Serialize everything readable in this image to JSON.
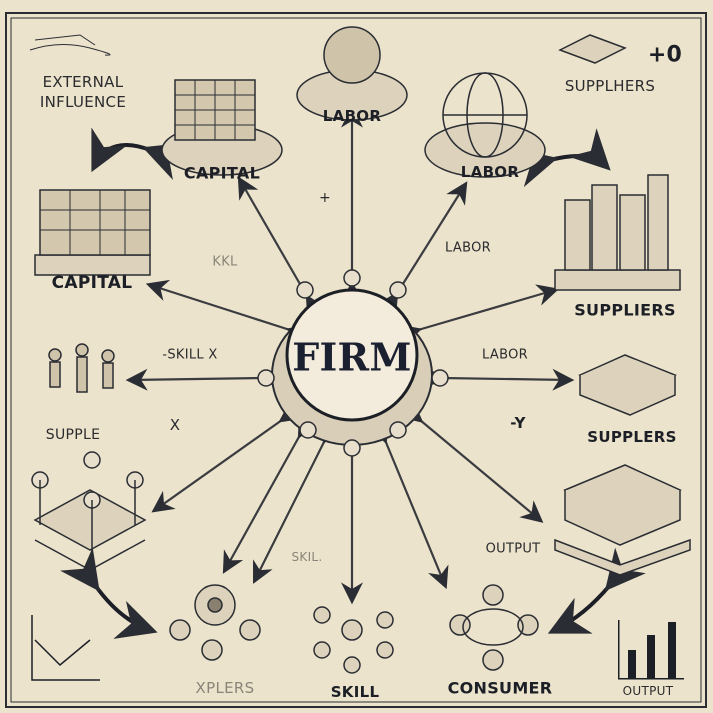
{
  "center": {
    "label": "FIRM"
  },
  "labels": {
    "external_1": "EXTERNAL",
    "external_2": "INFLUENCE",
    "labor_top": "LABOR",
    "capital_top": "CAPITAL",
    "labor_right_top": "LABOR",
    "suppliers_top": "SUPPLHERS",
    "plus_zero": "+0",
    "plus": "+",
    "kkl": "KKL",
    "labor_mid": "LABOR",
    "capital_left": "CAPITAL",
    "suppliers_right": "SUPPLIERS",
    "skill_x": "-SKILL X",
    "labor_right": "LABOR",
    "supple": "SUPPLE",
    "x": "X",
    "minus_y": "-Y",
    "suppliers_right_low": "SUPPLERS",
    "output_mid": "OUTPUT",
    "skil_mid": "SKIL.",
    "xplers": "XPLERS",
    "skill_bottom": "SKILL",
    "consumer": "CONSUMER",
    "output_bottom": "OUTPUT"
  },
  "colors": {
    "background": "#ece3cc",
    "ink": "#1c1f26"
  }
}
